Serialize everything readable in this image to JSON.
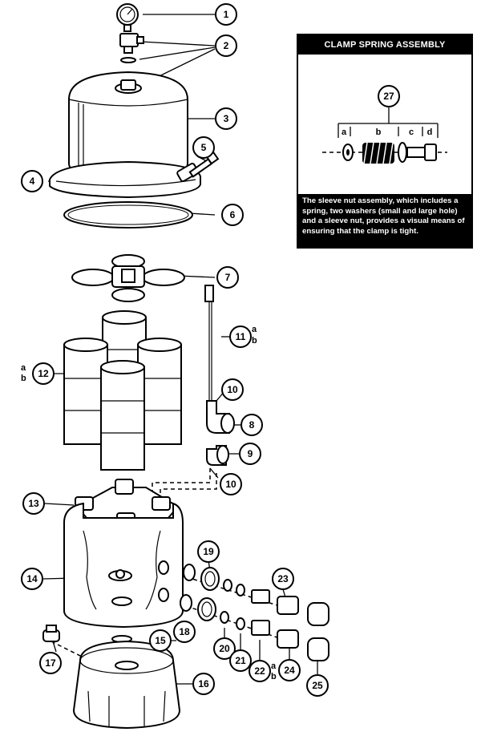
{
  "callouts": {
    "c1": "1",
    "c2": "2",
    "c3": "3",
    "c4": "4",
    "c5": "5",
    "c6": "6",
    "c7": "7",
    "c8": "8",
    "c9": "9",
    "c10a": "10",
    "c10b": "10",
    "c11": "11",
    "c12": "12",
    "c13": "13",
    "c14": "14",
    "c15": "15",
    "c16": "16",
    "c17": "17",
    "c18": "18",
    "c19": "19",
    "c20": "20",
    "c21": "21",
    "c22": "22",
    "c23": "23",
    "c24": "24",
    "c25": "25",
    "c27": "27"
  },
  "sub_labels": {
    "s11a": "a",
    "s11b": "b",
    "s12a": "a",
    "s12b": "b",
    "s22a": "a",
    "s22b": "b"
  },
  "clamp_spring": {
    "title": "CLAMP SPRING ASSEMBLY",
    "letters": {
      "a": "a",
      "b": "b",
      "c": "c",
      "d": "d"
    },
    "note": "The sleeve nut assembly, which includes a spring, two washers (small and large hole) and a sleeve nut, provides a visual means of ensuring that the clamp is tight."
  }
}
